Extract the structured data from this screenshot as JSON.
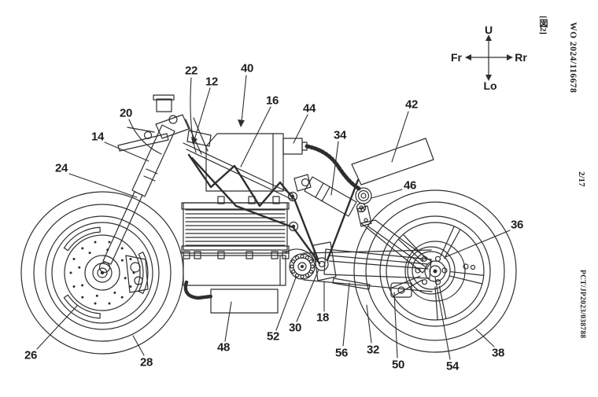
{
  "figure_label": "[図2]",
  "margin": {
    "publication_number": "WO 2024/116678",
    "page_indicator": "2/17",
    "application_number": "PCT/JP2023/038788"
  },
  "compass": {
    "up": "U",
    "down": "Lo",
    "front": "Fr",
    "rear": "Rr"
  },
  "part_labels": [
    "22",
    "12",
    "40",
    "16",
    "44",
    "34",
    "42",
    "46",
    "36",
    "20",
    "14",
    "24",
    "26",
    "28",
    "48",
    "52",
    "30",
    "18",
    "56",
    "32",
    "50",
    "54",
    "38"
  ],
  "drawing": {
    "type": "patent-line-art",
    "subject": "motorcycle side view with numbered reference parts",
    "stroke_color": "#2e2e2e",
    "background_color": "#ffffff"
  }
}
